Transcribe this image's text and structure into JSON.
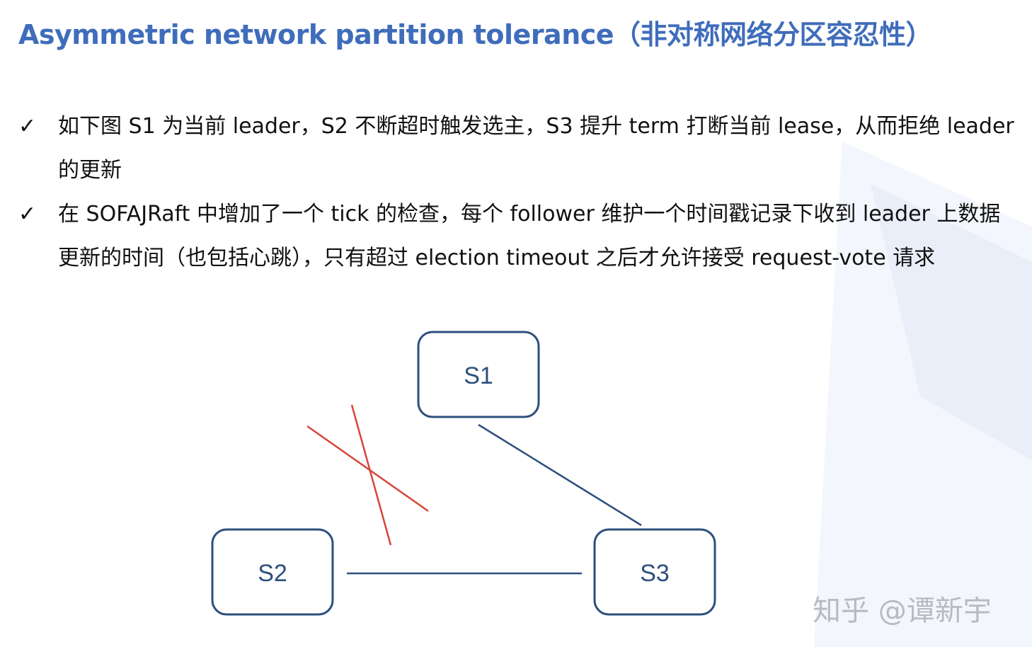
{
  "title": "Asymmetric network partition tolerance（非对称网络分区容忍性）",
  "bullets": [
    {
      "check": "✓",
      "text": "如下图 S1 为当前 leader，S2 不断超时触发选主，S3 提升 term 打断当前 lease，从而拒绝 leader 的更新"
    },
    {
      "check": "✓",
      "text": "在 SOFAJRaft 中增加了一个 tick 的检查，每个 follower 维护一个时间戳记录下收到 leader 上数据更新的时间（也包括心跳），只有超过 election timeout 之后才允许接受 request-vote 请求"
    }
  ],
  "diagram": {
    "nodes": {
      "s1": "S1",
      "s2": "S2",
      "s3": "S3"
    },
    "colors": {
      "node_border": "#2d4f7d",
      "link": "#2d4f7d",
      "broken_link_mark": "#d8453a"
    }
  },
  "watermark": "知乎 @谭新宇"
}
